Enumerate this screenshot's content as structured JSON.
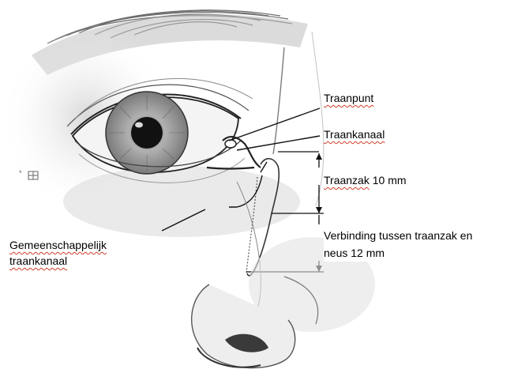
{
  "labels": {
    "traanpunt": {
      "word": "Traanpunt"
    },
    "traankanaal": {
      "word": "Traankanaal"
    },
    "traanzak": {
      "word": "Traanzak",
      "measure": " 10 mm"
    },
    "verbinding": {
      "line1": "Verbinding tussen traanzak en",
      "line2": "neus 12 mm"
    },
    "gemeenschappelijk": {
      "line1": "Gemeenschappelijk",
      "line2": "traankanaal"
    }
  },
  "colors": {
    "ink": "#1a1a1a",
    "sketch": "#8a8a8a",
    "skin_shade": "#d6d6d6",
    "iris": "#9a9a9a",
    "pupil": "#111111",
    "spellcheck": "#d23c2c"
  }
}
